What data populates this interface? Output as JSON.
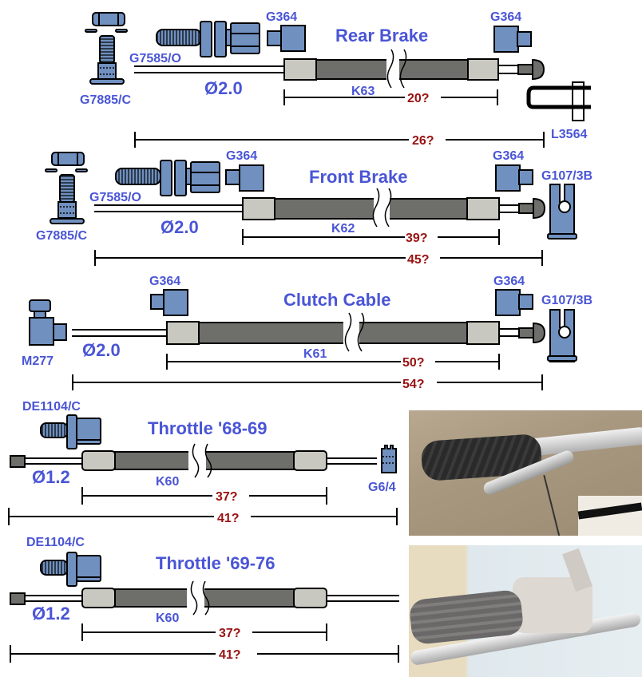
{
  "colors": {
    "part_fill": "#7090c0",
    "label_blue": "#4a55d6",
    "dimension_red": "#991111",
    "sheath_gray": "#6e6e6a",
    "ferrule_gray": "#c8c8c0"
  },
  "cables": [
    {
      "title": "Rear Brake",
      "cable_code": "K63",
      "diameter": "Ø2.0",
      "inner_length": "20?",
      "overall_length": "26?",
      "parts": {
        "lever_end": "G7885/C",
        "adjuster": "G7585/O",
        "ferrule_left": "G364",
        "ferrule_right": "G364",
        "clevis": "L3564"
      }
    },
    {
      "title": "Front Brake",
      "cable_code": "K62",
      "diameter": "Ø2.0",
      "inner_length": "39?",
      "overall_length": "45?",
      "parts": {
        "lever_end": "G7885/C",
        "adjuster": "G7585/O",
        "ferrule_left": "G364",
        "ferrule_right": "G364",
        "clevis": "G107/3B"
      }
    },
    {
      "title": "Clutch Cable",
      "cable_code": "K61",
      "diameter": "Ø2.0",
      "inner_length": "50?",
      "overall_length": "54?",
      "parts": {
        "lever_end": "M277",
        "ferrule_left": "G364",
        "ferrule_right": "G364",
        "clevis": "G107/3B"
      }
    },
    {
      "title": "Throttle '68-69",
      "cable_code": "K60",
      "diameter": "Ø1.2",
      "inner_length": "37?",
      "overall_length": "41?",
      "parts": {
        "adjuster": "DE1104/C",
        "end_nipple": "G6/4"
      }
    },
    {
      "title": "Throttle '69-76",
      "cable_code": "K60",
      "diameter": "Ø1.2",
      "inner_length": "37?",
      "overall_length": "41?",
      "parts": {
        "adjuster": "DE1104/C"
      }
    }
  ],
  "photos": [
    {
      "subject": "throttle-grip-with-lever-photo"
    },
    {
      "subject": "throttle-housing-photo"
    }
  ]
}
